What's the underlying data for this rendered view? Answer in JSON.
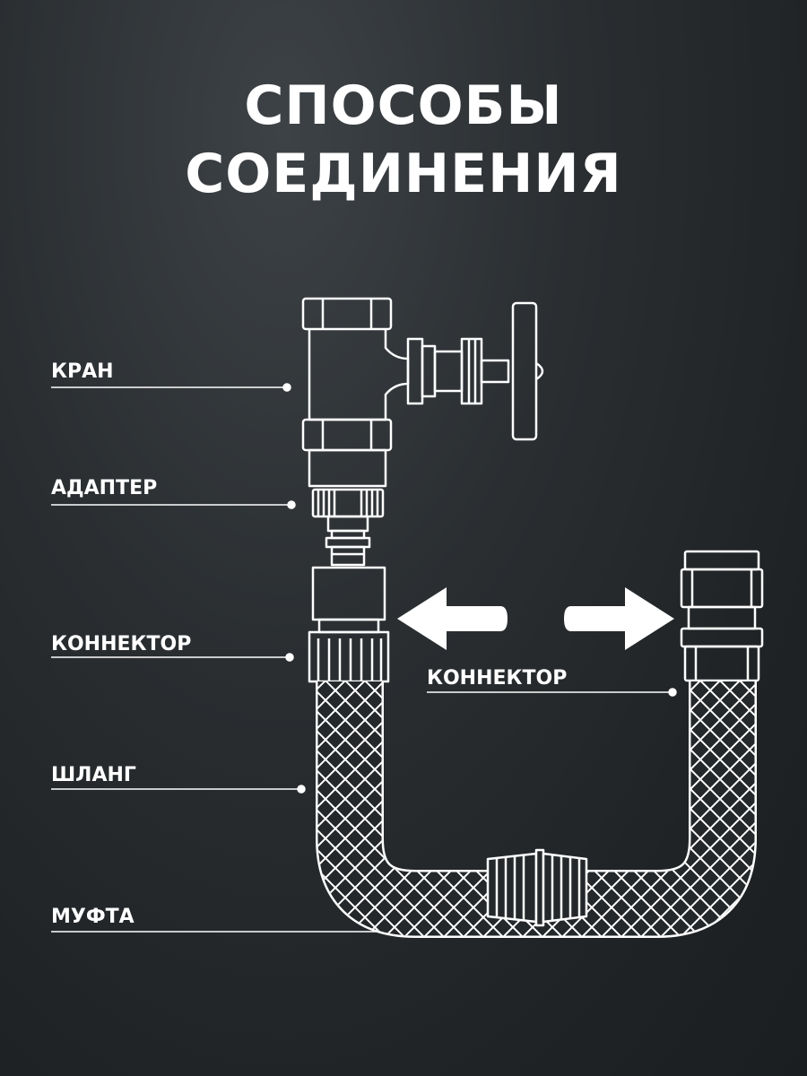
{
  "title": {
    "line1": "СПОСОБЫ",
    "line2": "СОЕДИНЕНИЯ"
  },
  "labels": {
    "kran": "КРАН",
    "adapter": "АДАПТЕР",
    "connector_left": "КОННЕКТОР",
    "shlang": "ШЛАНГ",
    "mufta": "МУФТА",
    "connector_right": "КОННЕКТОР"
  },
  "colors": {
    "line": "#ffffff",
    "background": "#24282b"
  }
}
